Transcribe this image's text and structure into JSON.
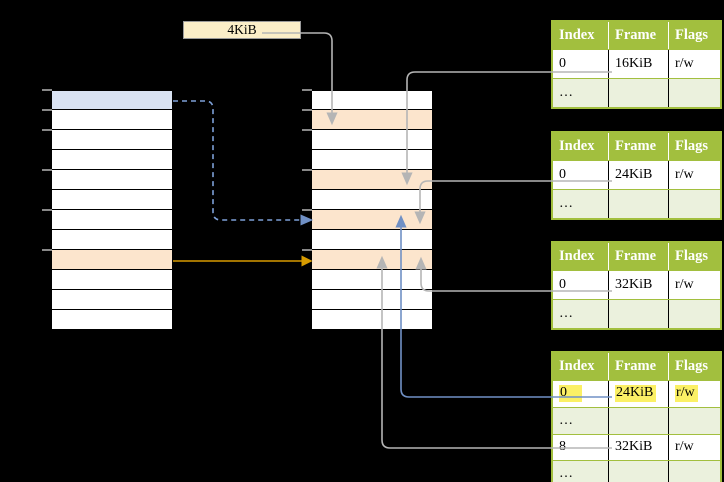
{
  "size_label": {
    "text": "4KiB"
  },
  "virtual_memory_column": {
    "rows": 12,
    "blue_row_index": 0,
    "peach_row_indices": [
      8
    ],
    "tick_offsets": [
      0,
      20,
      40,
      80,
      120,
      160
    ]
  },
  "physical_memory_column": {
    "rows": 12,
    "blue_row_index": null,
    "peach_row_indices": [
      1,
      4,
      6,
      8
    ],
    "tick_offsets": [
      0,
      20,
      40,
      80,
      120,
      160
    ]
  },
  "page_tables": [
    {
      "headers": [
        "Index",
        "Frame",
        "Flags"
      ],
      "rows": [
        {
          "index": "0",
          "frame": "16KiB",
          "flags": "r/w"
        },
        {
          "index": "…",
          "frame": "",
          "flags": ""
        }
      ]
    },
    {
      "headers": [
        "Index",
        "Frame",
        "Flags"
      ],
      "rows": [
        {
          "index": "0",
          "frame": "24KiB",
          "flags": "r/w"
        },
        {
          "index": "…",
          "frame": "",
          "flags": ""
        }
      ]
    },
    {
      "headers": [
        "Index",
        "Frame",
        "Flags"
      ],
      "rows": [
        {
          "index": "0",
          "frame": "32KiB",
          "flags": "r/w"
        },
        {
          "index": "…",
          "frame": "",
          "flags": ""
        }
      ]
    },
    {
      "headers": [
        "Index",
        "Frame",
        "Flags"
      ],
      "rows": [
        {
          "index": "0",
          "frame": "24KiB",
          "flags": "r/w"
        },
        {
          "index": "…",
          "frame": "",
          "flags": ""
        },
        {
          "index": "8",
          "frame": "32KiB",
          "flags": "r/w"
        },
        {
          "index": "…",
          "frame": "",
          "flags": ""
        }
      ]
    }
  ],
  "colors": {
    "header_green": "#a2bf3e",
    "row_light_green": "#ebf1dd",
    "peach": "#fce5cd",
    "light_blue": "#d9e2f2",
    "cream": "#fbeec8",
    "gray_connector": "#b5b5b5",
    "blue_connector": "#7090c5",
    "blue_dashed": "#7da0d8",
    "orange_connector": "#d79b00",
    "highlight_yellow": "#fbf065",
    "tick_gray": "#888888"
  }
}
